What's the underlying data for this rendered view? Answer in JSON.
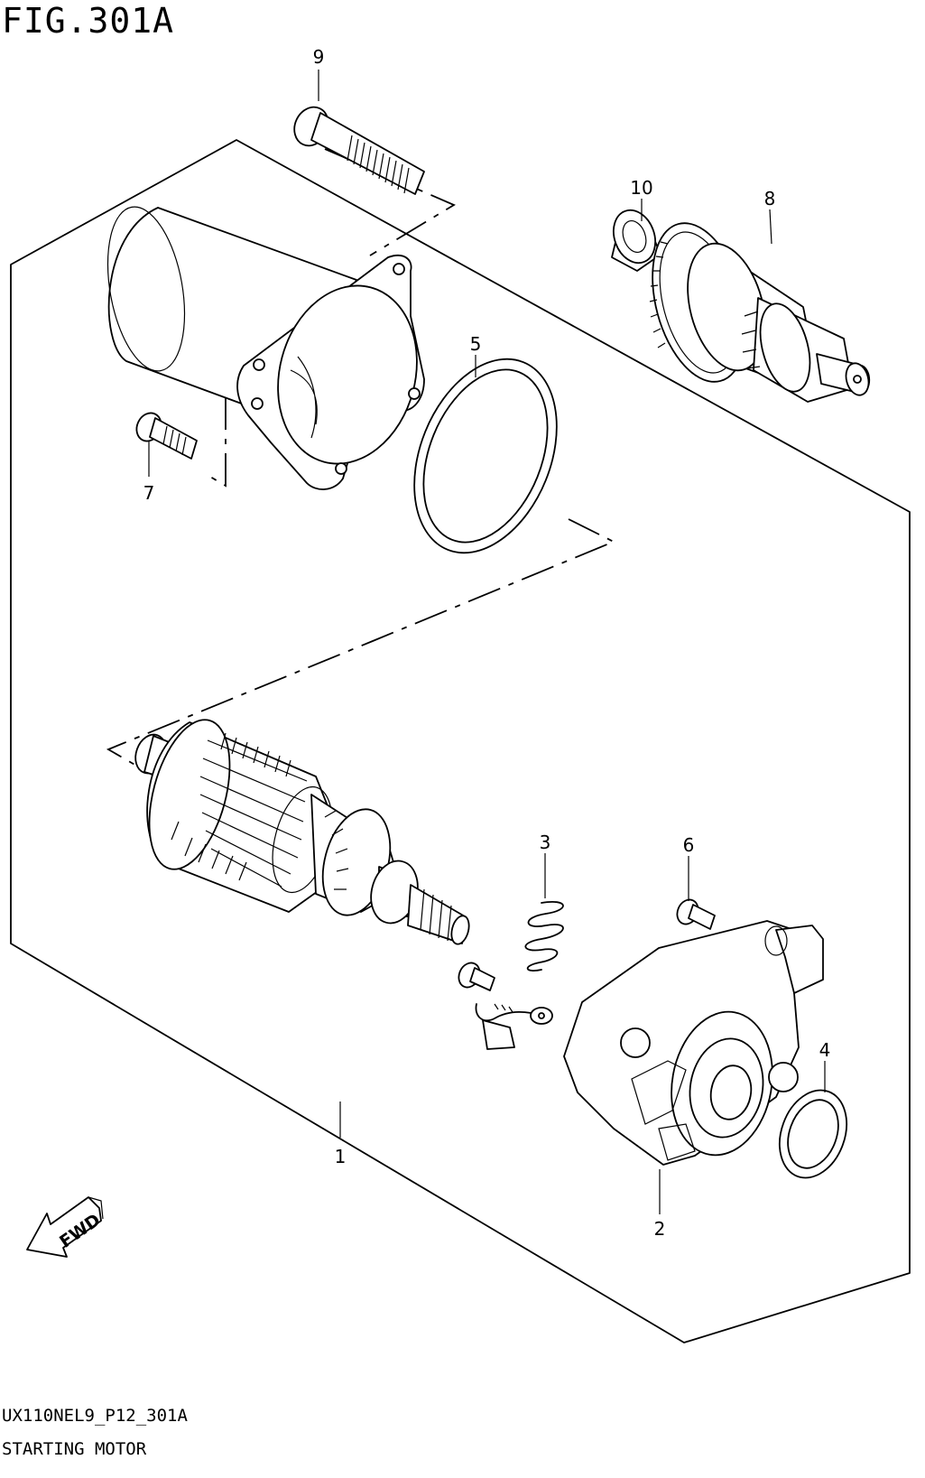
{
  "figure": {
    "title": "FIG.301A",
    "code": "UX110NEL9_P12_301A",
    "name": "STARTING MOTOR"
  },
  "callouts": [
    "1",
    "2",
    "3",
    "4",
    "5",
    "6",
    "7",
    "8",
    "9",
    "10"
  ],
  "fwd_label": "FWD"
}
